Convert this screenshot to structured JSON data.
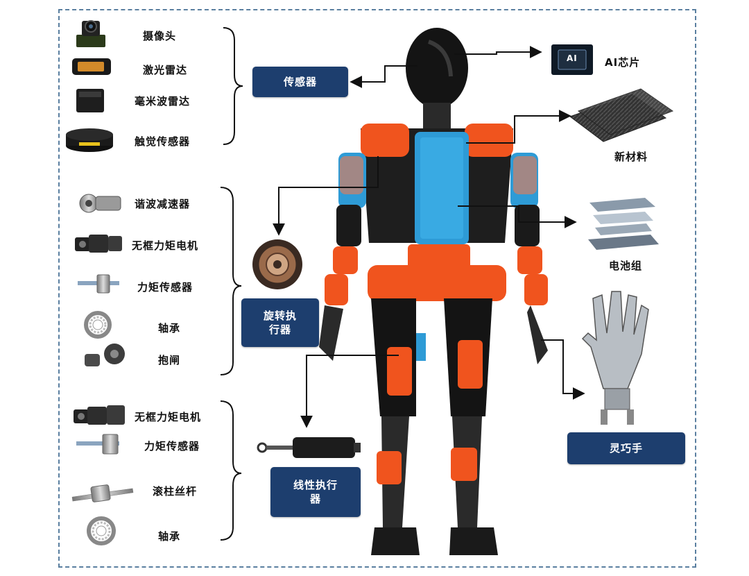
{
  "sensors": {
    "box_label": "传感器",
    "items": [
      "摄像头",
      "激光雷达",
      "毫米波雷达",
      "触觉传感器"
    ]
  },
  "rotary_actuator": {
    "box_label_line1": "旋转执",
    "box_label_line2": "行器",
    "items": [
      "谐波减速器",
      "无框力矩电机",
      "力矩传感器",
      "轴承",
      "抱闸"
    ]
  },
  "linear_actuator": {
    "box_label_line1": "线性执行",
    "box_label_line2": "器",
    "items": [
      "无框力矩电机",
      "力矩传感器",
      "滚柱丝杆",
      "轴承"
    ]
  },
  "right_side": {
    "ai_chip": "AI芯片",
    "ai_chip_icon_text": "AI",
    "new_material": "新材料",
    "battery_pack": "电池组",
    "dexterous_hand": "灵巧手"
  },
  "colors": {
    "box": "#1d3e6e",
    "frame": "#5a7fa0",
    "robot_black": "#1a1a1a",
    "robot_orange": "#f0541e",
    "robot_blue": "#2e9bd6"
  }
}
